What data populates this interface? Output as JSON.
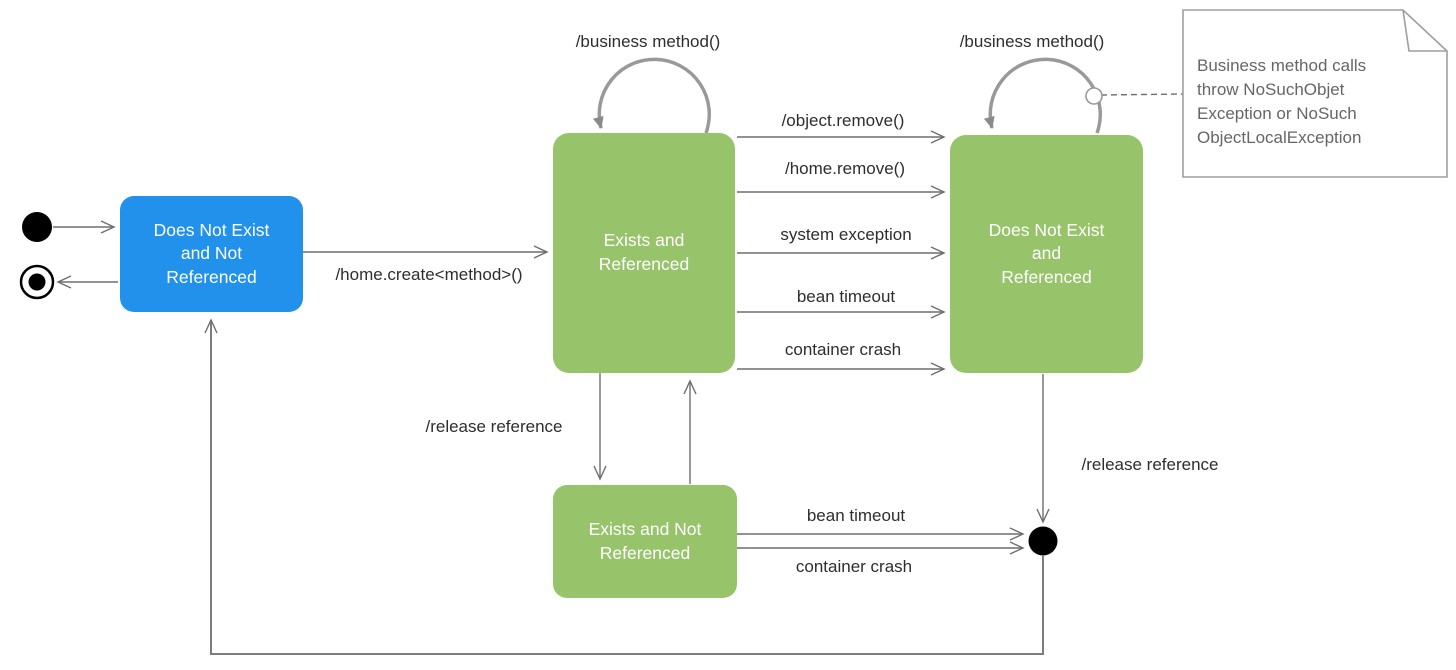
{
  "diagram": {
    "kind": "uml-state-diagram",
    "colors": {
      "state_blue": "#2191EB",
      "state_green": "#97C36A",
      "edge": "#6e6e6e",
      "loop_edge": "#7d7d7d",
      "arc": "#999999",
      "note_border": "#9e9e9e",
      "note_text": "#666666",
      "label_text": "#2e2e2e",
      "terminal_black": "#000000"
    },
    "states": {
      "does_not_exist_not_referenced": {
        "label": "Does Not Exist and Not Referenced",
        "color": "#2191EB"
      },
      "exists_referenced": {
        "label": "Exists and Referenced",
        "color": "#97C36A"
      },
      "does_not_exist_referenced": {
        "label": "Does Not Exist and Referenced",
        "color": "#97C36A"
      },
      "exists_not_referenced": {
        "label": "Exists and Not Referenced",
        "color": "#97C36A"
      }
    },
    "transitions": {
      "business_method_left": "/business method()",
      "business_method_right": "/business method()",
      "home_create": "/home.create<method>()",
      "object_remove": "/object.remove()",
      "home_remove": "/home.remove()",
      "system_exception": "system exception",
      "bean_timeout_top": "bean timeout",
      "container_crash_top": "container crash",
      "release_reference_left": "/release reference",
      "release_reference_right": "/release reference",
      "bean_timeout_bottom": "bean timeout",
      "container_crash_bottom": "container crash"
    },
    "note": {
      "text": "Business method calls throw NoSuchObjet Exception or NoSuch ObjectLocalException",
      "lines": [
        "Business method calls",
        "throw NoSuchObjet",
        "Exception or NoSuch",
        "ObjectLocalException"
      ]
    }
  }
}
